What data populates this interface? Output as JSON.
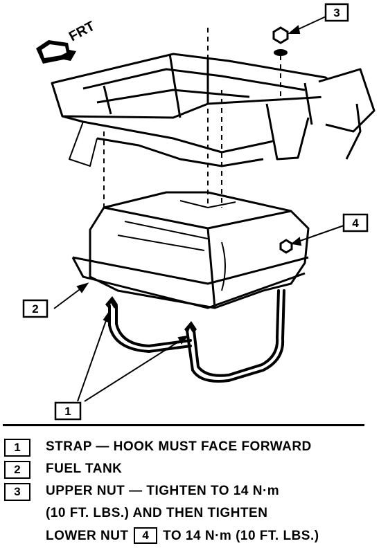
{
  "diagram": {
    "direction_label": "FRT",
    "callouts": [
      "1",
      "2",
      "3",
      "4"
    ]
  },
  "legend": {
    "items": [
      {
        "number": "1",
        "text": "STRAP — HOOK MUST FACE FORWARD"
      },
      {
        "number": "2",
        "text": "FUEL TANK"
      },
      {
        "number": "3",
        "text": "UPPER NUT — TIGHTEN TO 14 N·m"
      }
    ],
    "continuation_1": "(10 FT. LBS.) AND THEN TIGHTEN",
    "continuation_2_prefix": "LOWER NUT",
    "continuation_2_ref": "4",
    "continuation_2_suffix": "TO 14 N·m (10 FT. LBS.)"
  }
}
